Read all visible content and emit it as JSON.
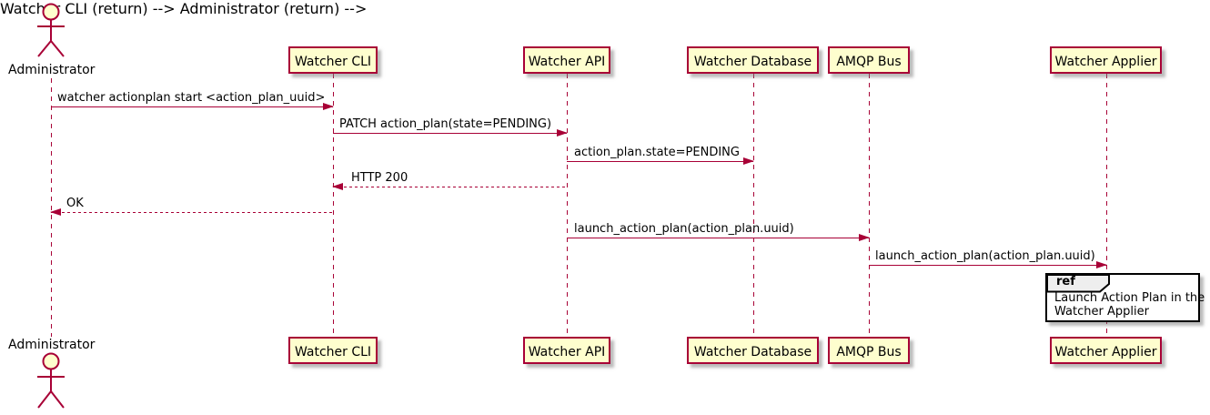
{
  "diagram": {
    "type": "uml-sequence",
    "actor": {
      "name": "Administrator"
    },
    "participants": [
      {
        "name": "Watcher CLI"
      },
      {
        "name": "Watcher API"
      },
      {
        "name": "Watcher Database"
      },
      {
        "name": "AMQP Bus"
      },
      {
        "name": "Watcher Applier"
      }
    ],
    "messages": [
      {
        "from": "Administrator",
        "to": "Watcher CLI",
        "text": "watcher actionplan start <action_plan_uuid>",
        "line": "solid"
      },
      {
        "from": "Watcher CLI",
        "to": "Watcher API",
        "text": "PATCH action_plan(state=PENDING)",
        "line": "solid"
      },
      {
        "from": "Watcher API",
        "to": "Watcher Database",
        "text": "action_plan.state=PENDING",
        "line": "solid"
      },
      {
        "from": "Watcher API",
        "to": "Watcher CLI",
        "text": "HTTP 200",
        "line": "dashed"
      },
      {
        "from": "Watcher CLI",
        "to": "Administrator",
        "text": "OK",
        "line": "dashed"
      },
      {
        "from": "Watcher API",
        "to": "AMQP Bus",
        "text": "launch_action_plan(action_plan.uuid)",
        "line": "solid"
      },
      {
        "from": "AMQP Bus",
        "to": "Watcher Applier",
        "text": "launch_action_plan(action_plan.uuid)",
        "line": "solid"
      }
    ],
    "ref": {
      "keyword": "ref",
      "lines": [
        "Launch Action Plan in the",
        "Watcher Applier"
      ]
    },
    "colors": {
      "participant_fill": "#FEFECE",
      "stroke": "#A80036",
      "text": "#000000",
      "ref_tab_fill": "#EEEEEE",
      "ref_border": "#000000",
      "background": "#FFFFFF"
    }
  }
}
